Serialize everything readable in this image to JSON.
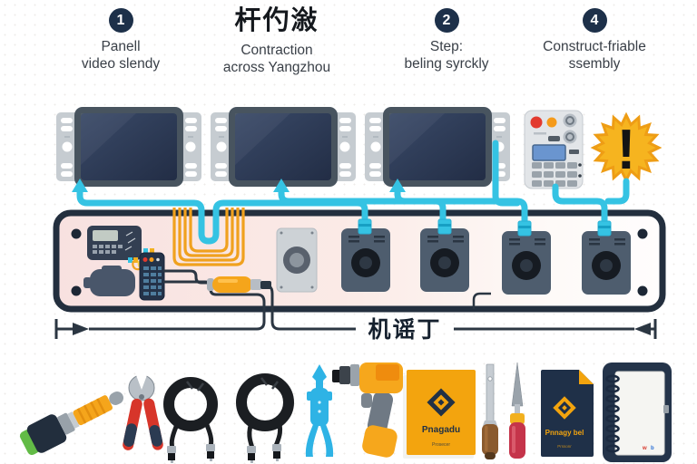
{
  "header": {
    "columns": [
      {
        "badge": "1",
        "line1": "Panell",
        "line2": "video slendy"
      },
      {
        "title": "杆仢潊",
        "line1": "Contraction",
        "line2": "across Yangzhou"
      },
      {
        "badge": "2",
        "line1": "Step:",
        "line2": "beling syrckly"
      },
      {
        "badge": "4",
        "line1": "Construct-friable",
        "line2": "ssembly"
      }
    ]
  },
  "diagram": {
    "warning_symbol": "!",
    "dimension_label": "机谣丁"
  },
  "tools": {
    "yellow_manual": {
      "title": "Pnagadu",
      "subtitle": "Prosecer"
    },
    "navy_manual": {
      "title": "Pnnagy bel",
      "subtitle": "Prssonr"
    },
    "notebook_mark_left": "w",
    "notebook_mark_right": "b"
  },
  "colors": {
    "badge_navy": "#1d3049",
    "cable_cyan": "#35c3e3",
    "panel_border_navy": "#232f3e",
    "panel_fill_pink": "#f8e1e0",
    "coil_orange": "#f0a11e",
    "warning_yellow": "#f6b41f",
    "tool_red": "#d7352a",
    "drill_orange": "#f6a71c",
    "manual_yellow": "#f3a40e",
    "manual_navy": "#1f3048",
    "awl_crimson": "#c5344a",
    "stripper_blue": "#2eb3e5"
  },
  "icons": [
    "monitor-icon",
    "control-keypad-icon",
    "warning-burst-icon",
    "speaker-module-icon",
    "display-meter-icon",
    "motor-icon",
    "remote-keypad-icon",
    "wire-coil-icon",
    "fuse-capsule-icon",
    "signal-cable",
    "dimension-line",
    "driver-tool-icon",
    "pliers-icon",
    "cable-coil-icon",
    "cable-stripper-icon",
    "drill-icon",
    "manual-icon",
    "screwdriver-icon",
    "awl-icon",
    "notebook-icon"
  ]
}
